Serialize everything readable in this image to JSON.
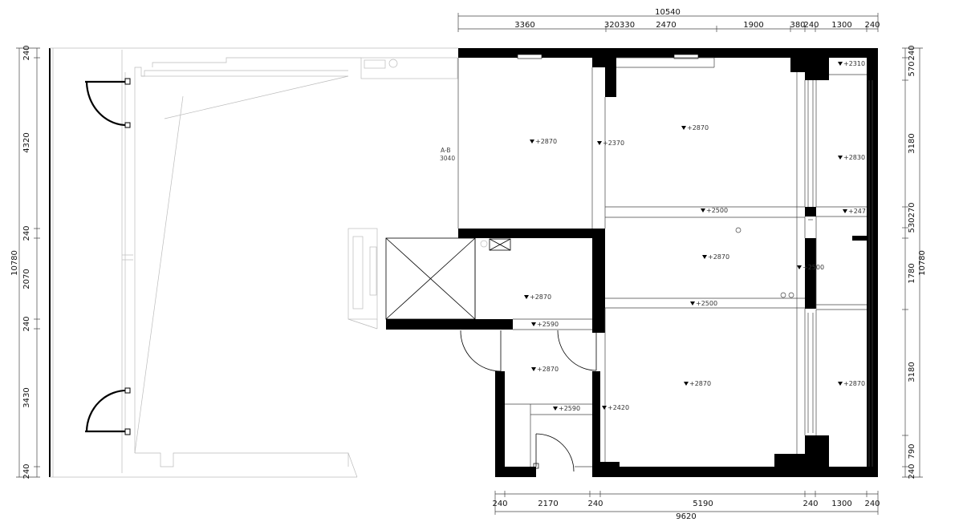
{
  "top_dimensions": {
    "total": "10540",
    "segments": [
      "3360",
      "320330",
      "2470",
      "1900",
      "380",
      "240",
      "1300",
      "240"
    ]
  },
  "bottom_dimensions": {
    "total": "9620",
    "segments": [
      "240",
      "2170",
      "240",
      "5190",
      "240",
      "1300",
      "240"
    ]
  },
  "left_dimensions": {
    "total": "10780",
    "segments": [
      "240",
      "4320",
      "240",
      "2070",
      "240",
      "3430",
      "240"
    ]
  },
  "right_dimensions": {
    "total": "10780",
    "segments": [
      "240",
      "570",
      "3180",
      "530",
      "270",
      "1780",
      "3180",
      "790",
      "240"
    ]
  },
  "levels": {
    "room_a": "+2870",
    "corridor_a": "+2370",
    "room_b": "+2870",
    "room_c": "+2830",
    "beam_1": "+2500",
    "beam_1_right": "+247",
    "room_d": "+2870",
    "room_e_right": "+2500",
    "beam_2": "+2500",
    "room_f": "+2870",
    "beam_3": "+2590",
    "room_g": "+2870",
    "beam_4": "+2590",
    "corridor_b": "+2420",
    "room_h": "+2870",
    "room_i": "+2870",
    "top_right": "+2310"
  },
  "section_note": {
    "label": "A-B",
    "value": "3040"
  }
}
